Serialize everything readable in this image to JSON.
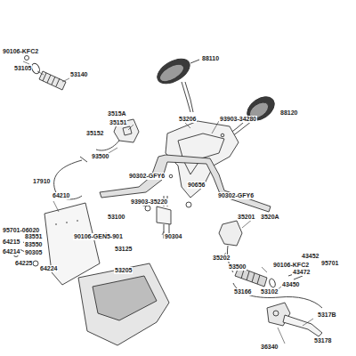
{
  "diagram": {
    "labels": [
      "90106-KFC2",
      "53105",
      "53140",
      "88110",
      "88120",
      "3515A",
      "35151",
      "35152",
      "93500",
      "53206",
      "93903-34280",
      "90302-GFY6",
      "90302-GFY6",
      "90656",
      "17910",
      "93903-35220",
      "53100",
      "35201",
      "3520A",
      "90106-GEN5-901",
      "53125",
      "90304",
      "64210",
      "95701-06020",
      "83551",
      "83550",
      "90305",
      "64215",
      "64214",
      "64225",
      "64224",
      "53205",
      "35202",
      "53500",
      "53166",
      "53102",
      "90106-KFC2",
      "43452",
      "95701",
      "43472",
      "43450",
      "5317B",
      "53178",
      "36340"
    ]
  }
}
